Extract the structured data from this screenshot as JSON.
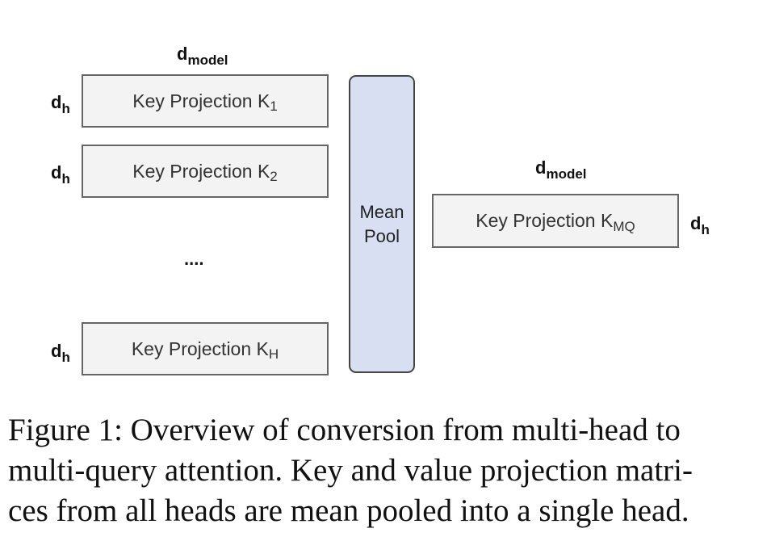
{
  "diagram": {
    "left_dim_top": {
      "base": "d",
      "sub": "model"
    },
    "right_dim_top": {
      "base": "d",
      "sub": "model"
    },
    "side_dim": {
      "base": "d",
      "sub": "h"
    },
    "heads": [
      {
        "label": "Key Projection K",
        "sub": "1"
      },
      {
        "label": "Key Projection K",
        "sub": "2"
      },
      {
        "label": "Key Projection K",
        "sub": "H"
      }
    ],
    "ellipsis": "....",
    "pool_label_line1": "Mean",
    "pool_label_line2": "Pool",
    "mq_box": {
      "label": "Key Projection K",
      "sub": "MQ"
    }
  },
  "caption": {
    "line1": "Figure 1: Overview of conversion from multi-head to",
    "line2": "multi-query attention. Key and value projection matri-",
    "line3": "ces from all heads are mean pooled into a single head."
  }
}
